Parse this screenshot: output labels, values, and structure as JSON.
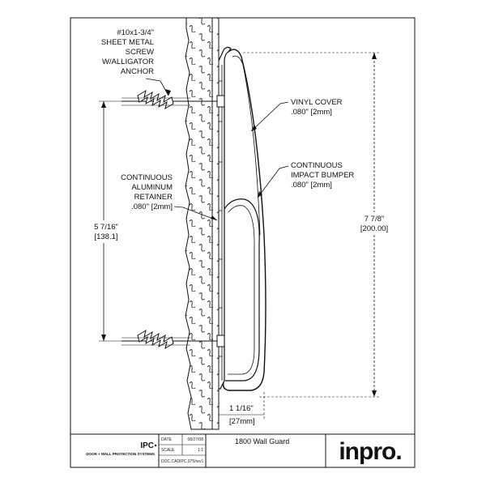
{
  "callouts": {
    "screw": [
      "#10x1-3/4\"",
      "SHEET METAL",
      "SCREW",
      "W/ALLIGATOR",
      "ANCHOR"
    ],
    "vinyl_cover": [
      "VINYL COVER",
      ".080\" [2mm]"
    ],
    "impact_bumper": [
      "CONTINUOUS",
      "IMPACT BUMPER",
      ".080\" [2mm]"
    ],
    "retainer": [
      "CONTINUOUS",
      "ALUMINUM",
      "RETAINER",
      ".080\" [2mm]"
    ]
  },
  "dimensions": {
    "screw_spacing": [
      "5 7/16\"",
      "[138.1]"
    ],
    "overall_height": [
      "7 7/8\"",
      "[200.00]"
    ],
    "projection": [
      "1 1/16\"",
      "[27mm]"
    ]
  },
  "title_block": {
    "company": "IPC",
    "company_tagline": "DOOR + WALL PROTECTION SYSTEMS",
    "date_label": "DATE",
    "date_value": "08/27/08",
    "scale_label": "SCALE",
    "scale_value": "1:1",
    "doc_id": "DOC.CADIPC.075/rev1",
    "drawing_title": "1800 Wall Guard",
    "brand": "inpro."
  }
}
